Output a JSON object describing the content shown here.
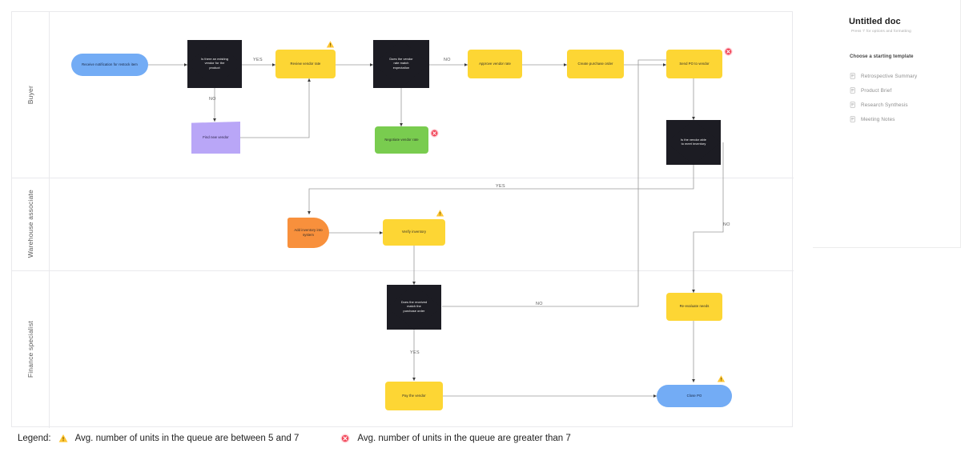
{
  "document": {
    "title": "Untitled doc",
    "subtitle": "Press '/' for options and formatting",
    "templates_heading": "Choose a starting template",
    "templates": [
      {
        "label": "Retrospective Summary",
        "icon": "document-icon"
      },
      {
        "label": "Product Brief",
        "icon": "document-icon"
      },
      {
        "label": "Research Synthesis",
        "icon": "document-icon"
      },
      {
        "label": "Meeting Notes",
        "icon": "document-icon"
      }
    ]
  },
  "diagram": {
    "lanes": [
      {
        "id": "buyer",
        "label": "Buyer"
      },
      {
        "id": "warehouse",
        "label": "Warehouse associate"
      },
      {
        "id": "finance",
        "label": "Finance specialist"
      }
    ],
    "nodes": [
      {
        "id": "n1",
        "label": "Receive notification for restock item",
        "shape": "rounded",
        "color": "#73acf5",
        "lane": "buyer"
      },
      {
        "id": "n2",
        "label": "Is there an existing vendor for the product",
        "shape": "diamond",
        "color": "#1c1c23",
        "lane": "buyer"
      },
      {
        "id": "n3",
        "label": "Review vendor rate",
        "shape": "rect",
        "color": "#fdd634",
        "lane": "buyer"
      },
      {
        "id": "n4",
        "label": "Does the vendor rate match expectation",
        "shape": "diamond",
        "color": "#1c1c23",
        "lane": "buyer"
      },
      {
        "id": "n5",
        "label": "Approve vendor rate",
        "shape": "rect",
        "color": "#fdd634",
        "lane": "buyer"
      },
      {
        "id": "n6",
        "label": "Create purchase order",
        "shape": "rect",
        "color": "#fdd634",
        "lane": "buyer"
      },
      {
        "id": "n7",
        "label": "Send PO to vendor",
        "shape": "rect",
        "color": "#fdd634",
        "lane": "buyer"
      },
      {
        "id": "n8",
        "label": "Find new vendor",
        "shape": "document",
        "color": "#b9a6f7",
        "lane": "buyer"
      },
      {
        "id": "n9",
        "label": "Negotiate vendor rate",
        "shape": "rect",
        "color": "#79cc4f",
        "lane": "buyer"
      },
      {
        "id": "n10",
        "label": "Is the vendor able to meet inventory",
        "shape": "diamond",
        "color": "#1c1c23",
        "lane": "buyer"
      },
      {
        "id": "n11",
        "label": "Add inventory into system",
        "shape": "orange",
        "color": "#f8903c",
        "lane": "warehouse"
      },
      {
        "id": "n12",
        "label": "Verify inventory",
        "shape": "rect",
        "color": "#fdd634",
        "lane": "warehouse"
      },
      {
        "id": "n13",
        "label": "Does the received match the purchase order",
        "shape": "diamond",
        "color": "#1c1c23",
        "lane": "finance"
      },
      {
        "id": "n14",
        "label": "Re-evaluate needs",
        "shape": "rect",
        "color": "#fdd634",
        "lane": "finance"
      },
      {
        "id": "n15",
        "label": "Pay the vendor",
        "shape": "rect",
        "color": "#fdd634",
        "lane": "finance"
      },
      {
        "id": "n16",
        "label": "Close PO",
        "shape": "rounded",
        "color": "#73acf5",
        "lane": "finance"
      }
    ],
    "edge_labels": [
      {
        "id": "e1",
        "text": "YES"
      },
      {
        "id": "e2",
        "text": "NO"
      },
      {
        "id": "e3",
        "text": "NO"
      },
      {
        "id": "e4",
        "text": "YES"
      },
      {
        "id": "e5",
        "text": "NO"
      },
      {
        "id": "e6",
        "text": "NO"
      },
      {
        "id": "e7",
        "text": "YES"
      }
    ],
    "badges": [
      {
        "node": "n3",
        "type": "warning"
      },
      {
        "node": "n7",
        "type": "error"
      },
      {
        "node": "n9",
        "type": "error"
      },
      {
        "node": "n12",
        "type": "warning"
      },
      {
        "node": "n16",
        "type": "warning"
      }
    ]
  },
  "legend": {
    "title": "Legend:",
    "warning_text": "Avg. number of units in the queue are between 5 and 7",
    "error_text": "Avg. number of units in the queue are greater than 7",
    "warning_color": "#ffc634",
    "error_color": "#f2495c"
  }
}
